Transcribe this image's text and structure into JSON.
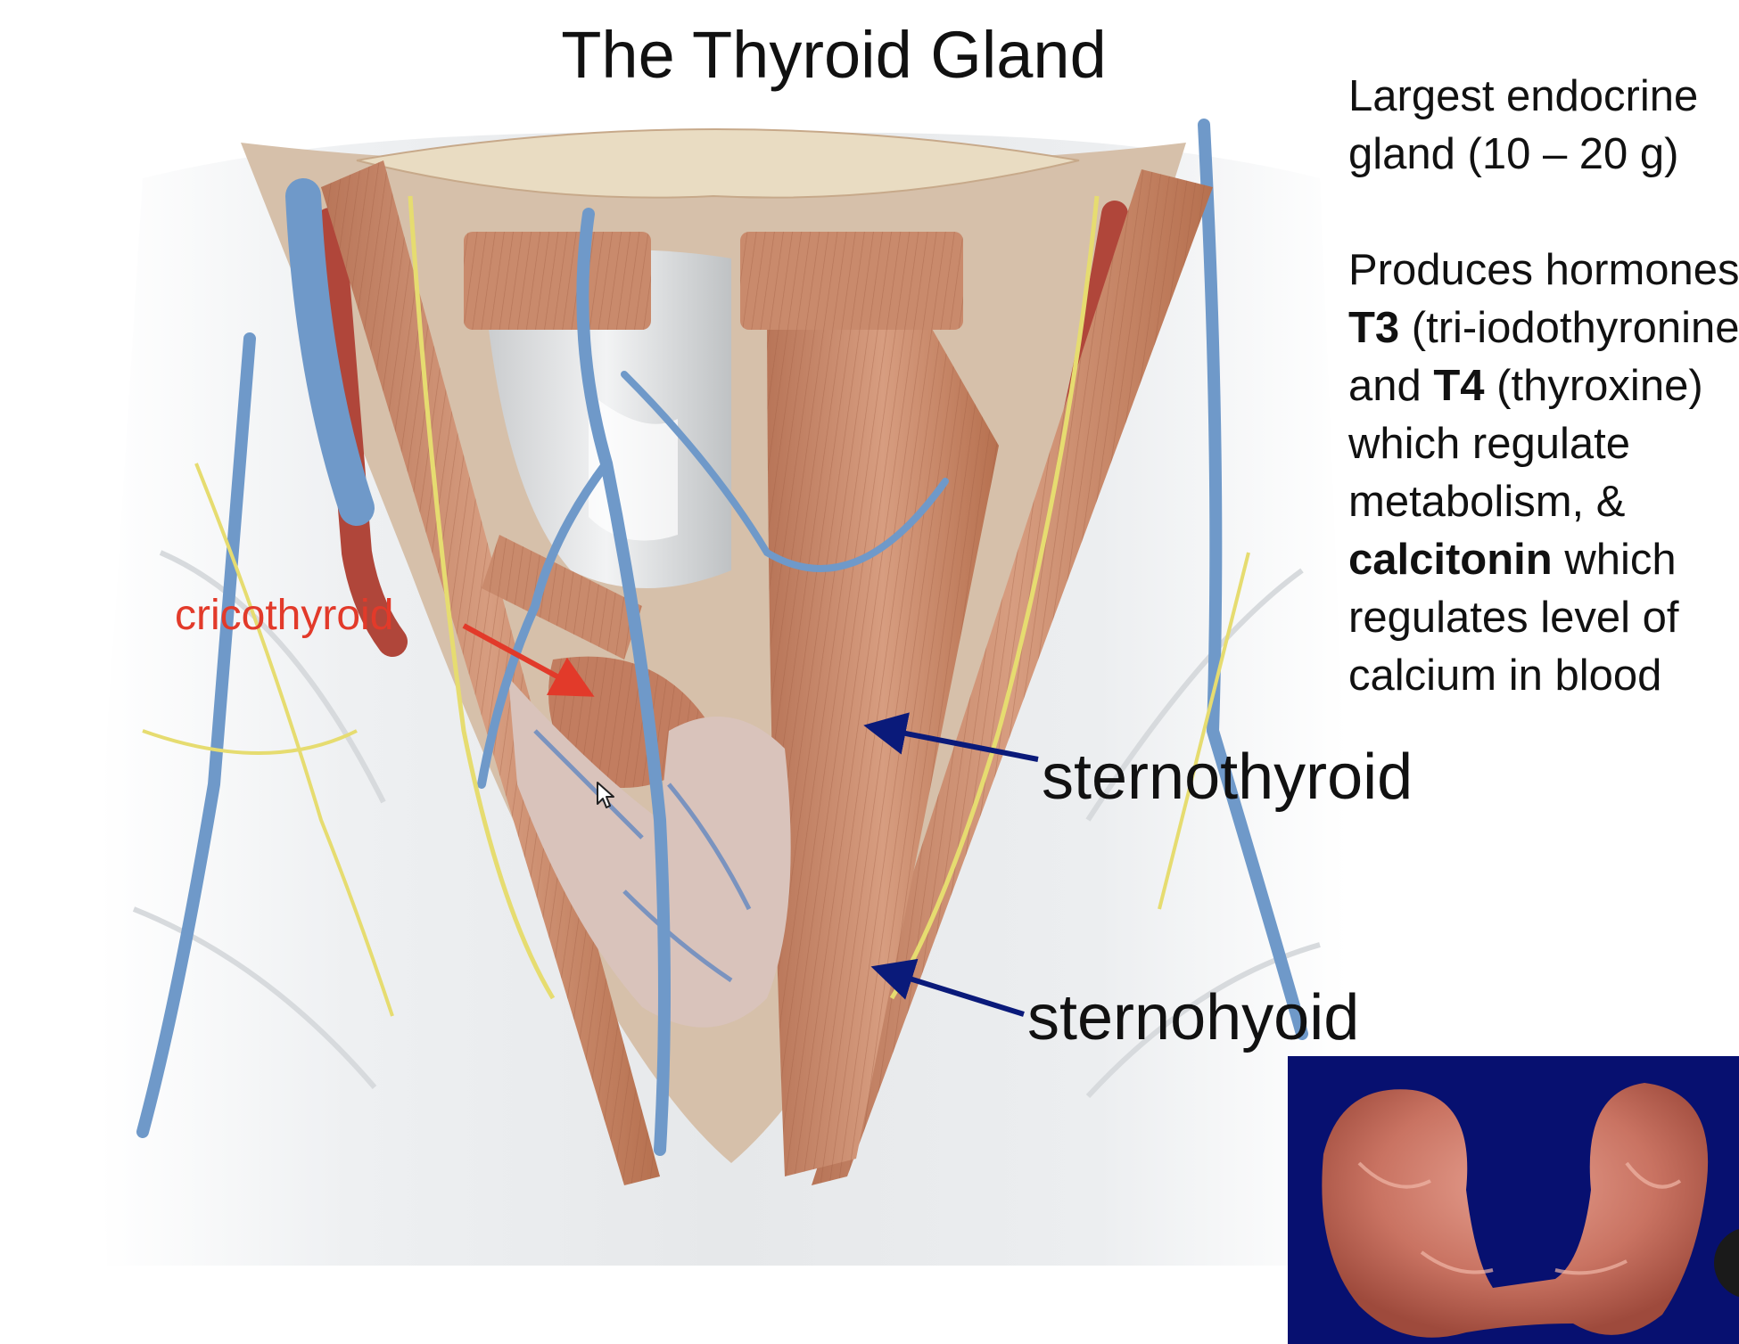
{
  "slide": {
    "title": "The Thyroid Gland"
  },
  "description": {
    "line1": "Largest endocrine",
    "line2": "gland (10 – 20 g)",
    "hormones_line1": "Produces hormones",
    "t3": "T3",
    "t3_rest": " (tri-iodothyronine)",
    "and": "and ",
    "t4": "T4",
    "t4_rest": " (thyroxine)",
    "line_regulate": "which regulate",
    "line_metabolism": "metabolism, &",
    "calcitonin": "calcitonin",
    "calcitonin_rest": " which",
    "line_level": "regulates level of",
    "line_calcium": "calcium in blood"
  },
  "labels": {
    "cricothyroid": "cricothyroid",
    "sternothyroid": "sternothyroid",
    "sternohyoid": "sternohyoid"
  },
  "colors": {
    "cricothyroid_label": "#e23a2a",
    "pointer_arrows": "#0a1a7a",
    "photo_background": "#071070",
    "muscle": "#c98a6c",
    "vein": "#6f99c9",
    "artery": "#b0463a",
    "nerve": "#e6dc70"
  },
  "icons": {
    "cursor": "mouse-pointer-icon"
  }
}
